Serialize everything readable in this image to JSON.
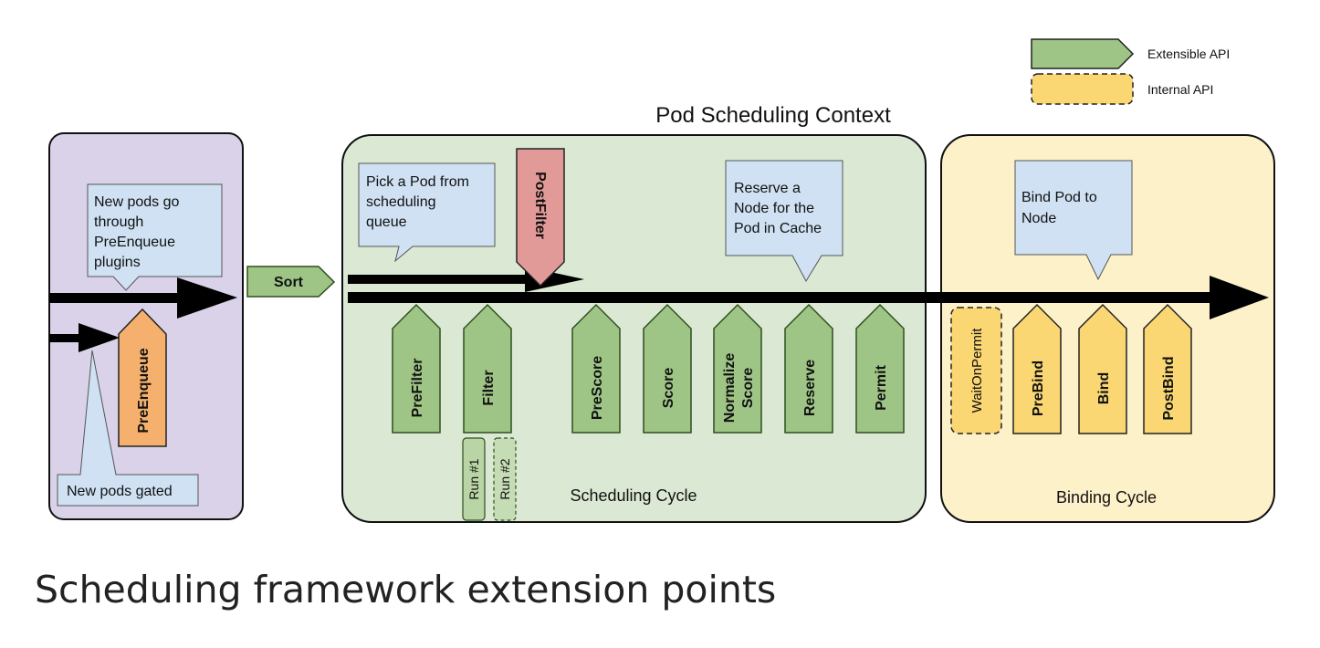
{
  "legend": {
    "extensible_label": "Extensible API",
    "internal_label": "Internal API"
  },
  "context_title": "Pod Scheduling Context",
  "queue_panel": {
    "note_preenqueue": [
      "New pods go",
      "through",
      "PreEnqueue",
      "plugins"
    ],
    "note_gated": "New pods gated",
    "plugin": "PreEnqueue"
  },
  "sort_label": "Sort",
  "scheduling_cycle": {
    "label": "Scheduling Cycle",
    "note_pick": [
      "Pick a Pod from",
      "scheduling",
      "queue"
    ],
    "note_reserve": [
      "Reserve a",
      "Node for the",
      "Pod in Cache"
    ],
    "postfilter": "PostFilter",
    "plugins": [
      "PreFilter",
      "Filter",
      "PreScore",
      "Score",
      "Normalize Score",
      "Reserve",
      "Permit"
    ],
    "runs": [
      "Run #1",
      "Run #2"
    ]
  },
  "binding_cycle": {
    "label": "Binding Cycle",
    "note_bind": [
      "Bind Pod to",
      "Node"
    ],
    "wait_on_permit": "WaitOnPermit",
    "plugins": [
      "PreBind",
      "Bind",
      "PostBind"
    ]
  },
  "caption": "Scheduling framework extension points",
  "colors": {
    "extensible_fill": "#9ec585",
    "extensible_stroke": "#2d4f1e",
    "internal_fill": "#fad773",
    "queue_bg": "#d9d2e9",
    "scheduling_bg": "#dbe9d4",
    "binding_bg": "#fdf1c9",
    "preenqueue_fill": "#f5b06e",
    "postfilter_fill": "#e29a98",
    "note_fill": "#cfe1f3"
  }
}
